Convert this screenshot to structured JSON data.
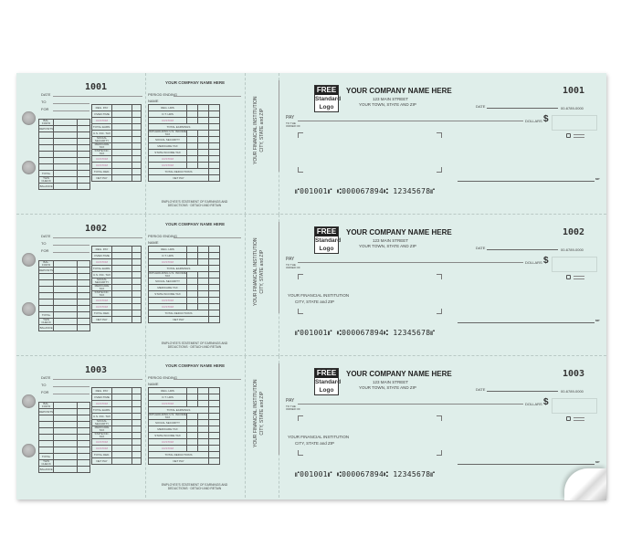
{
  "checks": [
    {
      "number": "1001",
      "show_bank": false
    },
    {
      "number": "1002",
      "show_bank": true
    },
    {
      "number": "1003",
      "show_bank": true
    }
  ],
  "stub_left": {
    "date": "DATE",
    "to": "TO",
    "for": "FOR",
    "right_labels": [
      "REG. PAY",
      "OVER-TIME",
      "CUSTOM",
      "TOTAL EARN.",
      "U.S. INC. TAX",
      "SOCIAL SECURITY",
      "MEDICARE TAX",
      "STATE INC. TAX",
      "CUSTOM",
      "CUSTOM",
      "TOTAL DED.",
      "NET PAY"
    ],
    "left_labels": {
      "bal": "BAL. FOR'D",
      "deposits": "DEPOSITS",
      "total": "TOTAL",
      "this_check": "THIS CHECK",
      "balance": "BALANCE"
    }
  },
  "stub_right": {
    "company": "YOUR COMPANY NAME HERE",
    "period": "PERIOD ENDING",
    "name": "NAME",
    "rows": [
      "REG. HRS",
      "O.T. HRS",
      "CUSTOM",
      "TOTAL EARNINGS",
      "WITHHOLDING U.S. INCOME TAX",
      "SOCIAL SECURITY",
      "MEDICARE TAX",
      "STATE INCOME TAX",
      "CUSTOM",
      "CUSTOM",
      "TOTAL DEDUCTIONS",
      "NET PAY"
    ],
    "footer": "EMPLOYEE'S STATEMENT OF EARNINGS AND DEDUCTIONS · DETACH AND RETAIN"
  },
  "bank": {
    "line1": "YOUR FINANCIAL INSTITUTION",
    "line2": "CITY, STATE and ZIP"
  },
  "check": {
    "logo": {
      "free": "FREE",
      "standard": "Standard",
      "logo": "Logo"
    },
    "company": "YOUR COMPANY NAME HERE",
    "street": "123 MAIN STREET",
    "city": "YOUR TOWN, STATE AND ZIP",
    "date": "DATE",
    "fraction": "00-6789-0000",
    "pay": "PAY",
    "order": "TO THE ORDER OF",
    "dollars": "DOLLARS",
    "dollar_sign": "$",
    "mp": "MP",
    "micr": "⑈001001⑈ ⑆000067894⑆ 12345678⑈"
  },
  "colors": {
    "paper": "#dfeeea",
    "custom_text": "#c06a9a"
  }
}
